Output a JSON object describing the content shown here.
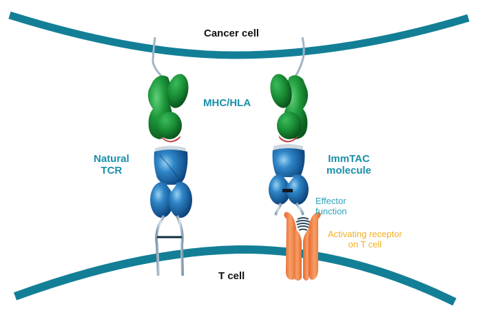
{
  "title": "Natural TCR vs ImmTAC molecule binding between cancer cell and T cell",
  "labels": {
    "cancer_cell": "Cancer cell",
    "t_cell": "T cell",
    "mhc_hla": "MHC/HLA",
    "natural_tcr_line1": "Natural",
    "natural_tcr_line2": "TCR",
    "immtac_line1": "ImmTAC",
    "immtac_line2": "molecule",
    "effector_line1": "Effector",
    "effector_line2": "function",
    "activating_line1": "Activating receptor",
    "activating_line2": "on T cell"
  },
  "colors": {
    "membrane": "#137f96",
    "mhc_green": "#1f9a3c",
    "mhc_green_dark": "#0d6a25",
    "peptide_red": "#e8555a",
    "tcr_blue": "#1f6fb0",
    "tcr_blue_dark": "#0c4a86",
    "receptor_orange": "#f0823a",
    "stalk_gray": "#9fb5c4",
    "label_teal": "#1a8fa8",
    "label_orange": "#f2ae22"
  }
}
